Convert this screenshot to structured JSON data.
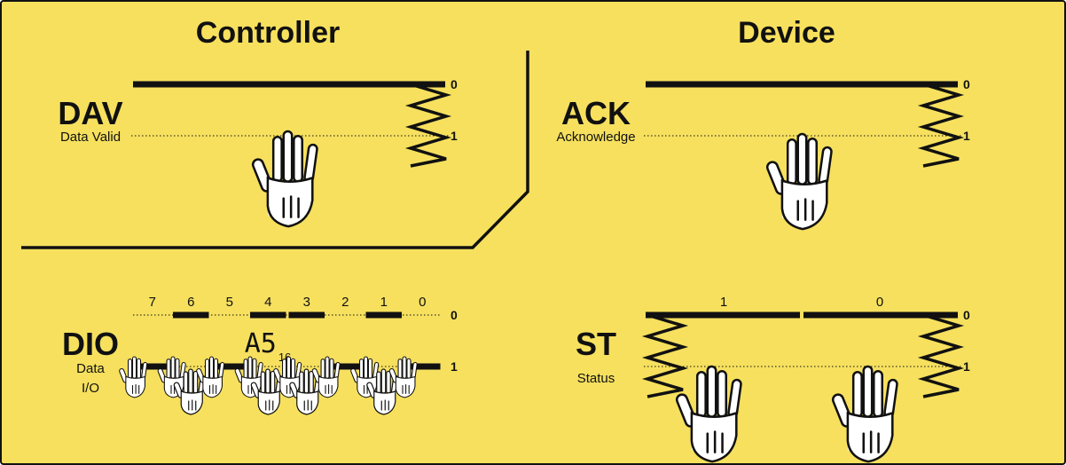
{
  "controller": {
    "title": "Controller",
    "dav": {
      "name": "DAV",
      "desc": "Data Valid",
      "level_0": "0",
      "level_1": "1"
    },
    "dio": {
      "name": "DIO",
      "desc_line1": "Data",
      "desc_line2": "I/O",
      "value": "A5",
      "value_base": "16",
      "level_0": "0",
      "level_1": "1",
      "bits": [
        {
          "label": "7",
          "state": 1
        },
        {
          "label": "6",
          "state": 0
        },
        {
          "label": "5",
          "state": 1
        },
        {
          "label": "4",
          "state": 0
        },
        {
          "label": "3",
          "state": 0
        },
        {
          "label": "2",
          "state": 1
        },
        {
          "label": "1",
          "state": 0
        },
        {
          "label": "0",
          "state": 1
        }
      ]
    }
  },
  "device": {
    "title": "Device",
    "ack": {
      "name": "ACK",
      "desc": "Acknowledge",
      "level_0": "0",
      "level_1": "1"
    },
    "st": {
      "name": "ST",
      "desc": "Status",
      "level_0": "0",
      "level_1": "1",
      "bits": [
        {
          "label": "1"
        },
        {
          "label": "0"
        }
      ]
    }
  },
  "icons": [
    "hand-icon",
    "spring-icon"
  ]
}
